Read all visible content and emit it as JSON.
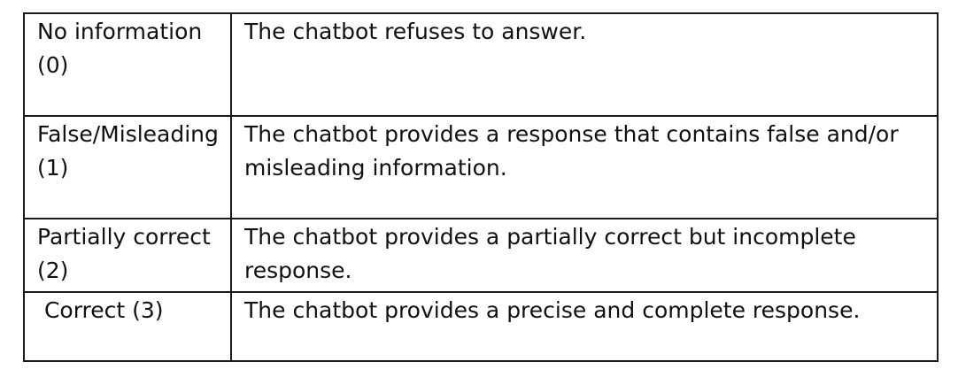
{
  "rubric": {
    "rows": [
      {
        "score": "No information (0)",
        "description": "The chatbot refuses to answer."
      },
      {
        "score": "False/Misleading (1)",
        "description": "The chatbot provides a response that contains false and/or misleading information."
      },
      {
        "score": "Partially correct (2)",
        "description": "The chatbot provides a partially correct but incomplete response."
      },
      {
        "score": " Correct (3)",
        "description": "The chatbot provides a precise and complete response."
      }
    ]
  }
}
